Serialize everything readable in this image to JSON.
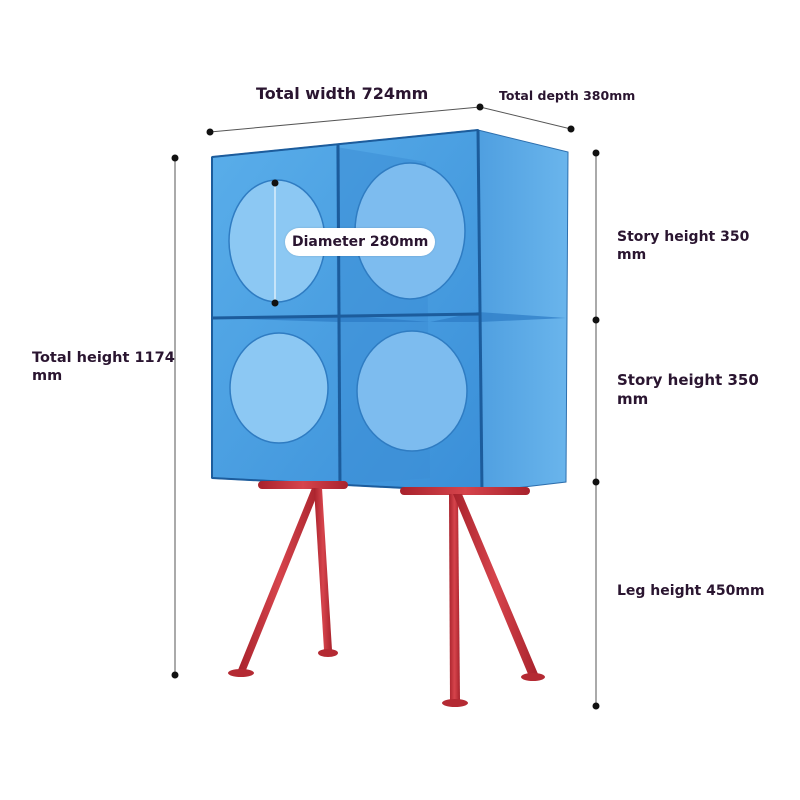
{
  "dimensions": {
    "total_width": "Total width 724mm",
    "total_depth": "Total depth 380mm",
    "upper_story_height": "Story height 350 mm",
    "lower_story_height": "Story height 350 mm",
    "leg_height": "Leg height 450mm",
    "total_height": "Total height 1174 mm",
    "circle_diameter": "Diameter 280mm"
  },
  "colors": {
    "cabinet_blue": "#4a9ee0",
    "cabinet_blue_dark": "#1f6fb8",
    "circle_blue": "#8cc8f3",
    "leg_red": "#c6303a",
    "dimension_line": "#555555",
    "label_text": "#2a1530"
  },
  "icons": {
    "dimension_marker": "dot-icon"
  }
}
